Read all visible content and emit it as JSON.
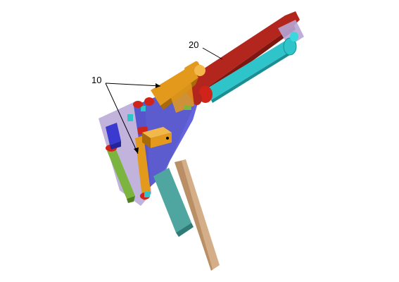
{
  "figure": {
    "callouts": [
      {
        "id": "callout-10",
        "label": "10"
      },
      {
        "id": "callout-20",
        "label": "20"
      }
    ],
    "colors": {
      "background": "#ffffff",
      "red_arm": "#b3261e",
      "red_arm_dark": "#7e1712",
      "cyan_cylinder": "#2fc4c9",
      "cyan_dark": "#1a8e93",
      "orange_cylinder": "#e39a1c",
      "orange_dark": "#a86a0a",
      "blue_plate": "#4a4ac9",
      "lavender_plate": "#b7a6d6",
      "green_rod": "#7cb440",
      "tan_blade": "#c99a6a",
      "teal_block": "#4fa6a0"
    }
  }
}
